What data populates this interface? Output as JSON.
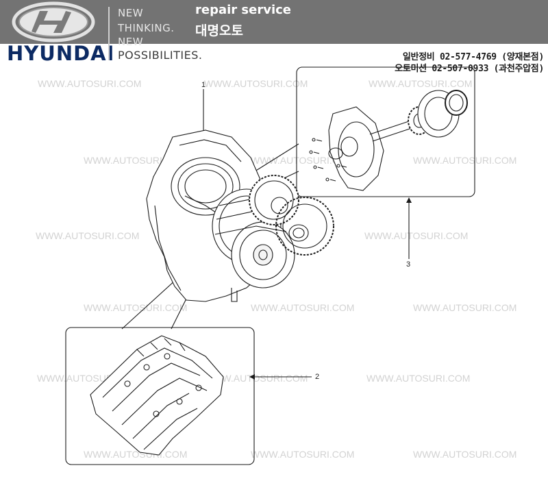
{
  "header": {
    "brand": "HYUNDAI",
    "tagline": [
      "NEW",
      "THINKING.",
      "NEW",
      "POSSIBILITIES."
    ],
    "service_title": "repair service",
    "company": "대명오토",
    "contacts": [
      "일반정비 02-577-4769 (양재본점)",
      "오토미션 02-507-0933 (과천주압점)"
    ]
  },
  "watermark": "WWW.AUTOSURI.COM",
  "callouts": [
    "1",
    "2",
    "3"
  ]
}
